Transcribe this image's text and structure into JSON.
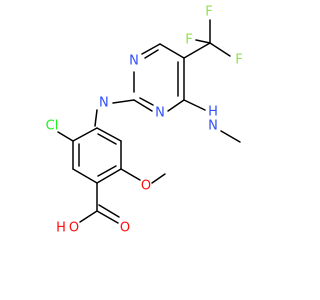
{
  "molecule": {
    "atom_labels": {
      "n_ring_top": "N",
      "n_ring_bottom": "N",
      "nh_linker": "H",
      "nh_linker_n": "N",
      "nh_methyl_n": "N",
      "nh_methyl_h": "H",
      "f_top": "F",
      "f_left": "F",
      "f_right": "F",
      "cl": "Cl",
      "o_ether": "O",
      "o_carbonyl": "O",
      "o_hydroxyl": "O",
      "h_hydroxyl": "H"
    },
    "colors": {
      "carbon_bond": "#000000",
      "nitrogen": "#3050f8",
      "oxygen": "#ff0d0d",
      "fluorine": "#90e050",
      "chlorine": "#1ff01f"
    }
  }
}
